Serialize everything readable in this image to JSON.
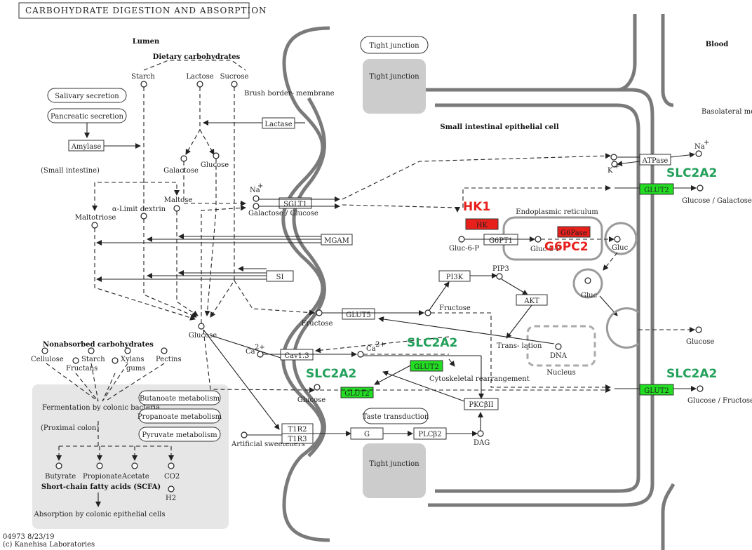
{
  "title": "CARBOHYDRATE DIGESTION AND ABSORPTION",
  "regions": {
    "lumen": "Lumen",
    "blood": "Blood",
    "cell": "Small intestinal epithelial cell",
    "er": "Endoplasmic reticulum",
    "nucleus": "Nucleus",
    "basolateral": "Basolateral membrane",
    "brush_border": "Brush border- membrane",
    "small_intestine": "(Small intestine)",
    "proximal_colon": "(Proximal colon)"
  },
  "tight_junction": "Tight junction",
  "dietary": {
    "label": "Dietary carbohydrates",
    "starch": "Starch",
    "lactose": "Lactose",
    "sucrose": "Sucrose",
    "galactose": "Galactose",
    "glucose": "Glucose",
    "maltose": "Maltose",
    "alpha_limit": "α-Limit dextrin",
    "maltotriose": "Maltotriose",
    "glucose_main": "Glucose",
    "fructose": "Fructose",
    "glucose2": "Glucose"
  },
  "secretions": {
    "salivary": "Salivary secretion",
    "pancreatic": "Pancreatic secretion",
    "amylase": "Amylase"
  },
  "enzymes": {
    "lactase": "Lactase",
    "mgam": "MGAM",
    "si": "SI",
    "sglt1": "SGLT1",
    "glut5": "GLUT5",
    "glut2": "GLUT2",
    "cav13": "Cav1.3",
    "t1r2": "T1R2",
    "t1r3": "T1R3",
    "g": "G",
    "plcb2": "PLCβ2",
    "pkcbii": "PKCβII",
    "pi3k": "PI3K",
    "akt": "AKT",
    "hk": "HK",
    "g6pt1": "G6PT1",
    "g6pase": "G6Pase",
    "atpase": "ATPase"
  },
  "metabolites": {
    "na": "Na",
    "na_sup": "+",
    "k": "K",
    "k_sup": "+",
    "ca": "Ca",
    "ca_sup": "2+",
    "gal_glu": "Galactose / Glucose",
    "gluc6p": "Gluc-6-P",
    "gluc6p_er": "Gluc-6-P",
    "gluc": "Gluc",
    "pip3": "PIP3",
    "fructose_cell": "Fructose",
    "dag": "DAG",
    "dna": "DNA",
    "translation": "Trans- lation",
    "cytoskeletal": "Cytoskeletal rearrangement",
    "taste": "Taste transduction",
    "artificial": "Artificial sweeteners",
    "out_gal": "Glucose / Galactose",
    "out_glucose": "Glucose",
    "out_fru": "Glucose / Fructose"
  },
  "nonabsorbed": {
    "label": "Nonabsorbed carbohydrates",
    "cellulose": "Cellulose",
    "starch": "Starch",
    "fructans": "Fructans",
    "xylans": "Xylans",
    "gums": "gums",
    "pectins": "Pectins",
    "fermentation": "Fermentation by colonic bacteria",
    "butanoate": "Butanoate metabolism",
    "propanoate": "Propanoate metabolism",
    "pyruvate": "Pyruvate metabolism",
    "butyrate": "Butyrate",
    "propionate": "Propionate",
    "acetate": "Acetate",
    "co2": "CO2",
    "h2": "H2",
    "scfa": "Short-chain fatty acids (SCFA)",
    "absorption": "Absorption by colonic epithelial cells"
  },
  "gene_labels": {
    "hk1": "HK1",
    "g6pc2": "G6PC2",
    "slc2a2_a": "SLC2A2",
    "slc2a2_b": "SLC2A2",
    "slc2a2_c": "SLC2A2",
    "slc2a2_d": "SLC2A2"
  },
  "footer": {
    "id": "04973 8/23/19",
    "copyright": "(c) Kanehisa Laboratories"
  },
  "colors": {
    "highlight_red": "#e8201c",
    "highlight_green": "#22dd22",
    "label_red": "#e8201c",
    "label_green": "#22a05a",
    "panel_gray": "#e6e6e6",
    "tight_junction": "#cccccc"
  }
}
